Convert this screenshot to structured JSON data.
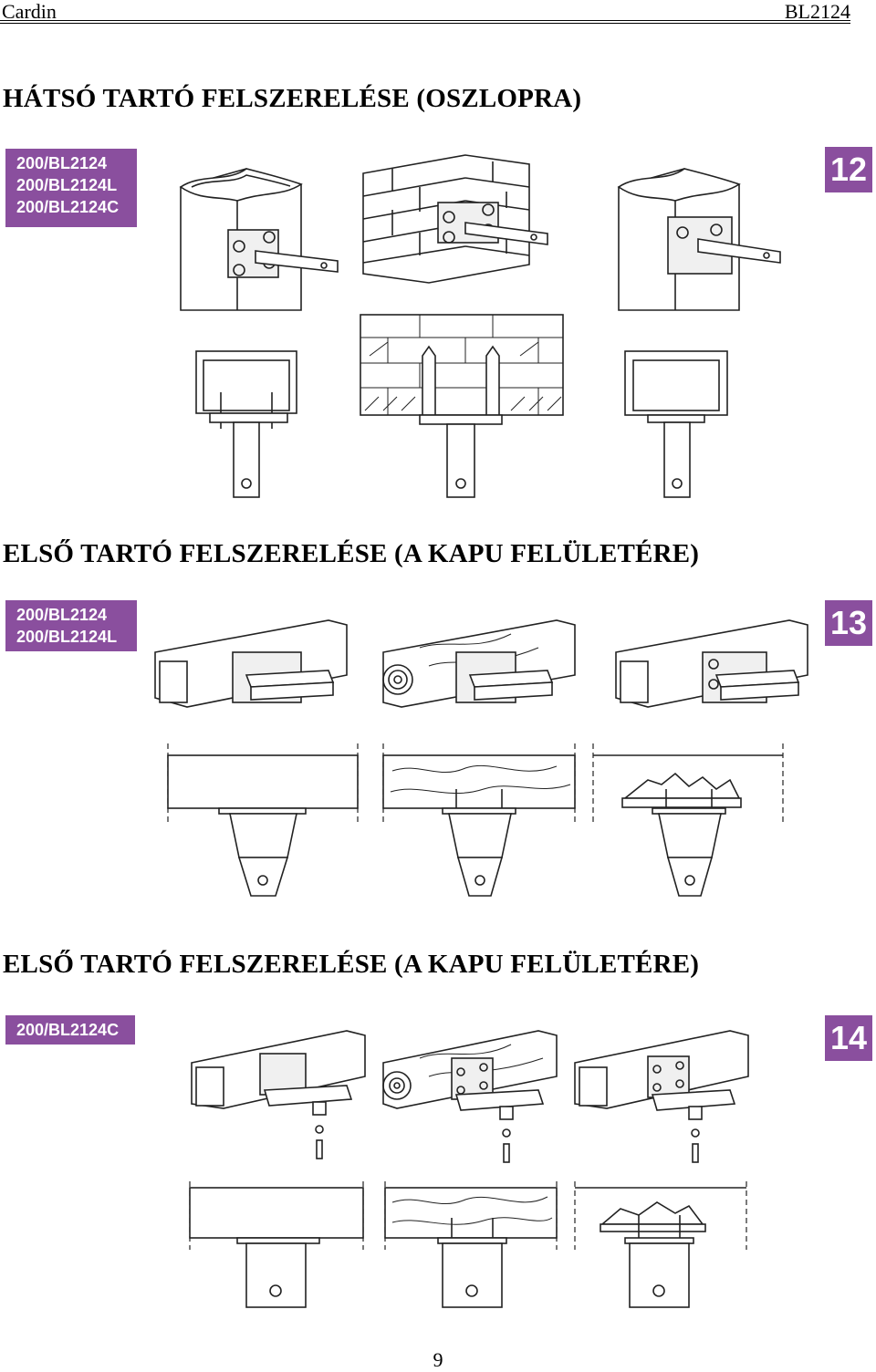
{
  "header": {
    "brand": "Cardin",
    "model": "BL2124"
  },
  "sections": [
    {
      "title": "HÁTSÓ TARTÓ FELSZERELÉSE (OSZLOPRA)",
      "models": [
        "200/BL2124",
        "200/BL2124L",
        "200/BL2124C"
      ],
      "figure_number": "12"
    },
    {
      "title": "ELSŐ TARTÓ FELSZERELÉSE (A KAPU FELÜLETÉRE)",
      "models": [
        "200/BL2124",
        "200/BL2124L"
      ],
      "figure_number": "13"
    },
    {
      "title": "ELSŐ TARTÓ FELSZERELÉSE (A KAPU FELÜLETÉRE)",
      "models": [
        "200/BL2124C"
      ],
      "figure_number": "14"
    }
  ],
  "page_number": "9"
}
